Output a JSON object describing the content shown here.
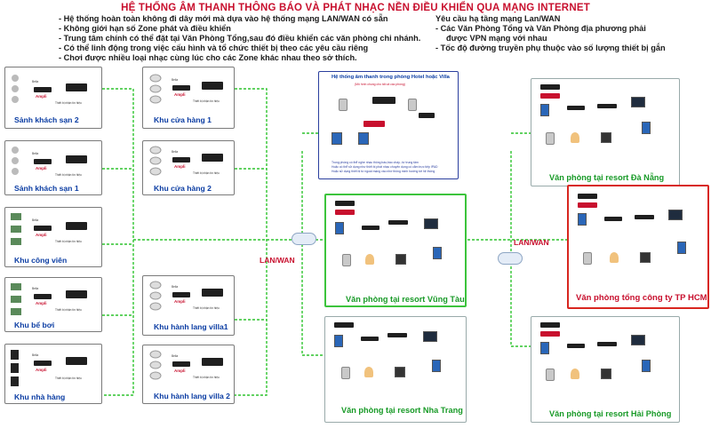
{
  "title": "HỆ THỐNG ÂM THANH THÔNG BÁO VÀ PHÁT NHẠC NỀN ĐIỀU KHIỂN QUA MẠNG INTERNET",
  "features_left": [
    "- Hệ thống hoàn toàn không đi dây mới mà dựa vào hệ thống mạng LAN/WAN có sẵn",
    "- Không giới hạn số Zone phát và điều khiển",
    "- Trung tâm chính có thể đặt tại Văn Phòng Tổng,sau đó điều khiển các văn phòng chi nhánh.",
    "- Có thể linh động trong việc cấu hình và tổ chức thiết bị theo các yêu cầu riêng",
    "- Chơi được nhiều loại nhạc cùng lúc cho các Zone khác nhau theo sở thích."
  ],
  "features_right": [
    "Yêu cầu hạ tầng mạng Lan/WAN",
    "- Các Văn Phòng Tổng và Văn Phòng địa phương phải",
    "được VPN mạng với nhau",
    "- Tốc độ đường truyền phụ thuộc vào số lượng thiết bị gắn"
  ],
  "zones_left": [
    {
      "name": "Sảnh khách sạn 2"
    },
    {
      "name": "Sảnh khách sạn 1"
    },
    {
      "name": "Khu công viên"
    },
    {
      "name": "Khu bể bơi"
    },
    {
      "name": "Khu nhà hàng"
    }
  ],
  "zones_mid": [
    {
      "name": "Khu cửa hàng 1"
    },
    {
      "name": "Khu cửa hàng 2"
    },
    {
      "name": "Khu hành lang villa1"
    },
    {
      "name": "Khu hành lang villa 2"
    }
  ],
  "device_labels": {
    "ampli": "Ampli",
    "receiver": "Thiết bị nhận tín hiệu",
    "tag": "Bella"
  },
  "hotel": {
    "title": "Hệ thống âm thanh trong phòng Hotel hoặc Villa",
    "subtitle": "(Mô hình chung cho tất cả các phòng)",
    "note_line1": "Trong phòng có thể nghe nhạc thông báo,báo cháy...từ trung tâm",
    "note_line2": "Hoặc có thể sử dụng như thiết bị phát nhạc chuyên dụng có cắm trực tiếp IPAD",
    "note_line3": "Hoặc sử dụng thiết bị từ ngoài mạng vào nhờ thông minh hướng tới hệ thống"
  },
  "lan_labels": [
    "LAN/WAN",
    "LAN/WAN"
  ],
  "offices": [
    {
      "name": "Văn phòng tại resort Vũng Tàu"
    },
    {
      "name": "Văn phòng tại resort Nha Trang"
    },
    {
      "name": "Văn phòng tại resort  Đà Nẵng"
    },
    {
      "name": "Văn phòng tổng công ty TP HCM"
    },
    {
      "name": "Văn phòng tại resort  Hải Phòng"
    }
  ],
  "colors": {
    "title": "#c8102e",
    "zone_label": "#0b3da3",
    "office_label": "#189a27",
    "hq_label": "#c8102e",
    "line_green": "#2fc42f",
    "line_blue": "#2a3e9e"
  }
}
